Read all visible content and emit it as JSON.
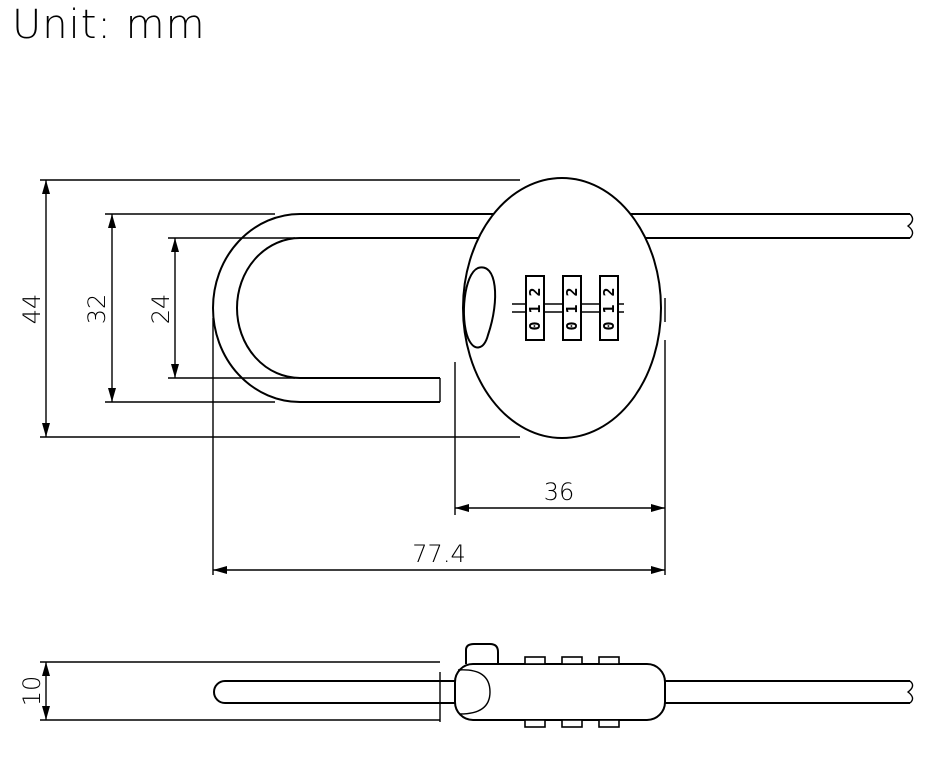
{
  "unit_label": "Unit: mm",
  "dimensions": {
    "height_outer": "44",
    "height_shackle_outer": "32",
    "height_shackle_inner": "24",
    "body_width": "36",
    "total_length": "77.4",
    "thickness": "10"
  },
  "dial_digits": [
    "0",
    "1",
    "2"
  ]
}
